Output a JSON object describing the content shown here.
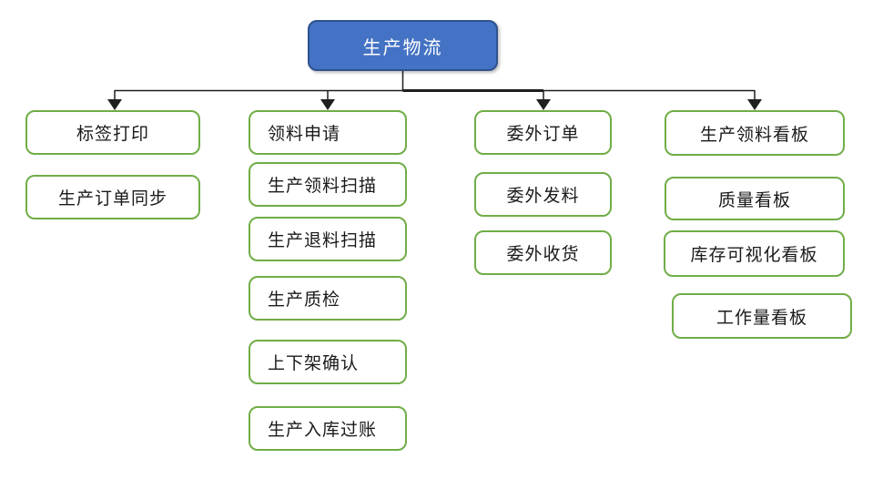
{
  "diagram": {
    "title_node": {
      "label": "生产物流"
    },
    "columns": [
      {
        "items": [
          {
            "label": "标签打印"
          },
          {
            "label": "生产订单同步"
          }
        ]
      },
      {
        "items": [
          {
            "label": "领料申请"
          },
          {
            "label": "生产领料扫描"
          },
          {
            "label": "生产退料扫描"
          },
          {
            "label": "生产质检"
          },
          {
            "label": "上下架确认"
          },
          {
            "label": "生产入库过账"
          }
        ]
      },
      {
        "items": [
          {
            "label": "委外订单"
          },
          {
            "label": "委外发料"
          },
          {
            "label": "委外收货"
          }
        ]
      },
      {
        "items": [
          {
            "label": "生产领料看板"
          },
          {
            "label": "质量看板"
          },
          {
            "label": "库存可视化看板"
          },
          {
            "label": "工作量看板"
          }
        ]
      }
    ],
    "colors": {
      "root_fill": "#4472C4",
      "root_border": "#2F528F",
      "node_border": "#70AD47",
      "connector": "#1f1f1f",
      "text": "#1a1a1a",
      "root_text": "#ffffff"
    }
  }
}
